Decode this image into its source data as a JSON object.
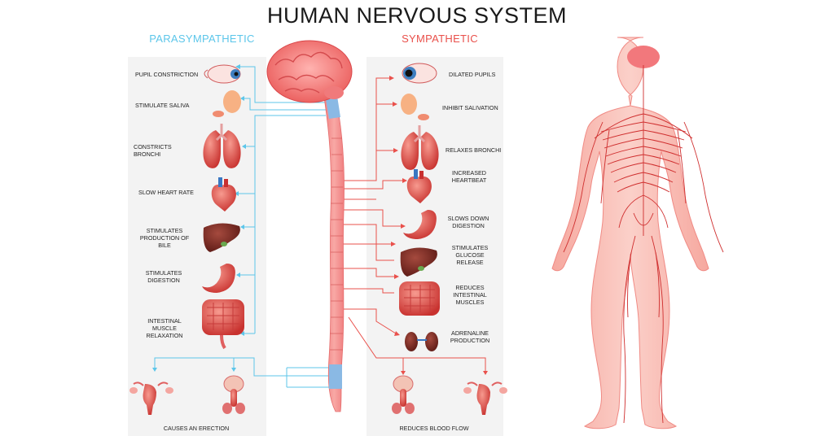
{
  "title": "HUMAN NERVOUS SYSTEM",
  "parasympathetic": {
    "header": "PARASYMPATHETIC",
    "effects": [
      {
        "label": "PUPIL CONSTRICTION",
        "organ": "eye-icon"
      },
      {
        "label": "STIMULATE SALIVA",
        "organ": "salivary-gland-icon"
      },
      {
        "label": "CONSTRICTS BRONCHI",
        "organ": "lungs-icon"
      },
      {
        "label": "SLOW HEART RATE",
        "organ": "heart-icon"
      },
      {
        "label": "STIMULATES PRODUCTION OF BILE",
        "organ": "liver-icon"
      },
      {
        "label": "STIMULATES DIGESTION",
        "organ": "stomach-icon"
      },
      {
        "label": "INTESTINAL MUSCLE RELAXATION",
        "organ": "intestines-icon"
      },
      {
        "label": "CAUSES AN ERECTION",
        "organ": "reproductive-organs-icon"
      }
    ]
  },
  "sympathetic": {
    "header": "SYMPATHETIC",
    "effects": [
      {
        "label": "DILATED PUPILS",
        "organ": "eye-icon"
      },
      {
        "label": "INHIBIT SALIVATION",
        "organ": "salivary-gland-icon"
      },
      {
        "label": "RELAXES BRONCHI",
        "organ": "lungs-icon"
      },
      {
        "label": "INCREASED HEARTBEAT",
        "organ": "heart-icon"
      },
      {
        "label": "SLOWS DOWN DIGESTION",
        "organ": "stomach-icon"
      },
      {
        "label": "STIMULATES GLUCOSE RELEASE",
        "organ": "liver-icon"
      },
      {
        "label": "REDUCES INTESTINAL MUSCLES",
        "organ": "intestines-icon"
      },
      {
        "label": "ADRENALINE PRODUCTION",
        "organ": "kidneys-icon"
      },
      {
        "label": "REDUCES BLOOD FLOW",
        "organ": "reproductive-organs-icon"
      }
    ]
  },
  "colors": {
    "parasympathetic": "#5cc6ea",
    "sympathetic": "#e9504b",
    "organ": "#e8655f",
    "body": "#f7b7ae",
    "panel": "#f3f3f3"
  }
}
